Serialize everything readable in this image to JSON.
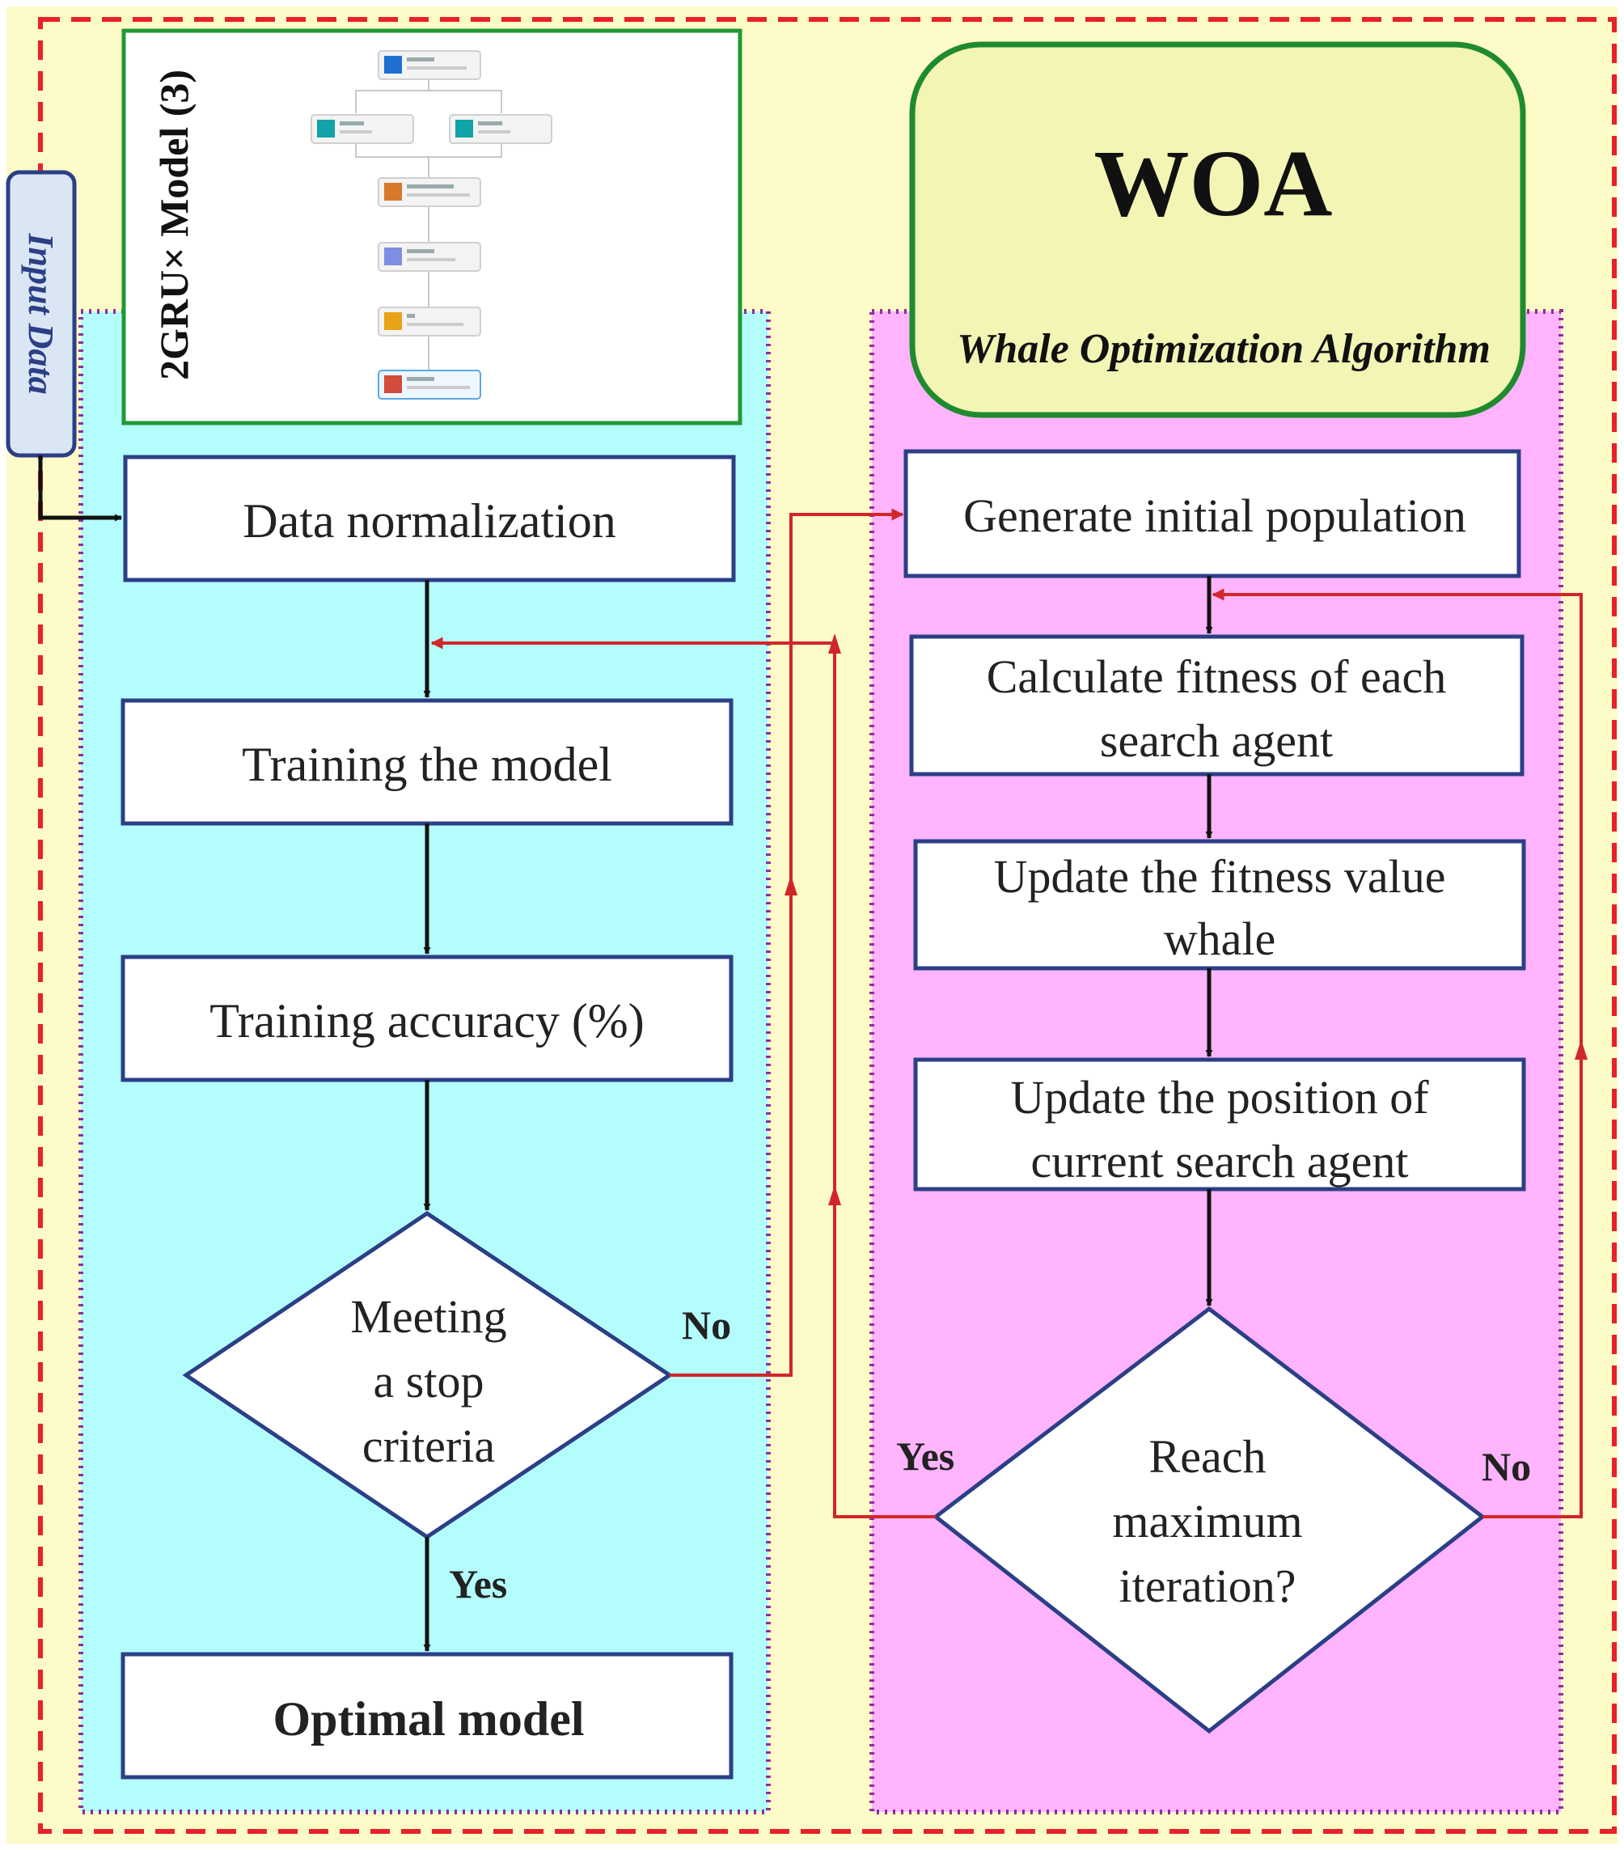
{
  "input_data": "Input Data",
  "model_panel": {
    "title": "2GRU× Model (3)"
  },
  "woa": {
    "title": "WOA",
    "subtitle": "Whale Optimization Algorithm"
  },
  "left_flow": {
    "data_normalization": "Data normalization",
    "training_model": "Training the model",
    "training_accuracy": "Training accuracy (%)",
    "decision": [
      "Meeting",
      "a stop",
      "criteria"
    ],
    "yes_label": "Yes",
    "no_label": "No",
    "optimal_model": "Optimal model"
  },
  "right_flow": {
    "generate_population": "Generate initial population",
    "calculate_fitness": [
      "Calculate fitness of each",
      "search agent"
    ],
    "update_fitness": [
      "Update the fitness value",
      "whale"
    ],
    "update_position": [
      "Update the position of",
      "current search agent"
    ],
    "decision": [
      "Reach",
      "maximum",
      "iteration?"
    ],
    "yes_label": "Yes",
    "no_label": "No"
  },
  "colors": {
    "outer_background": "#fdfbc7",
    "outer_border": "#e8212a",
    "left_panel": "#b4fdfd",
    "right_panel": "#ffb4fd",
    "panel_border": "#8d2f9d",
    "box_border": "#2b3f86",
    "woa_fill": "#f2f5b4",
    "woa_border": "#1f8a2e",
    "model_border": "#1f9a34",
    "feedback_arrow": "#d1262a",
    "arrow": "#111111",
    "input_fill": "#dbe6f4"
  }
}
